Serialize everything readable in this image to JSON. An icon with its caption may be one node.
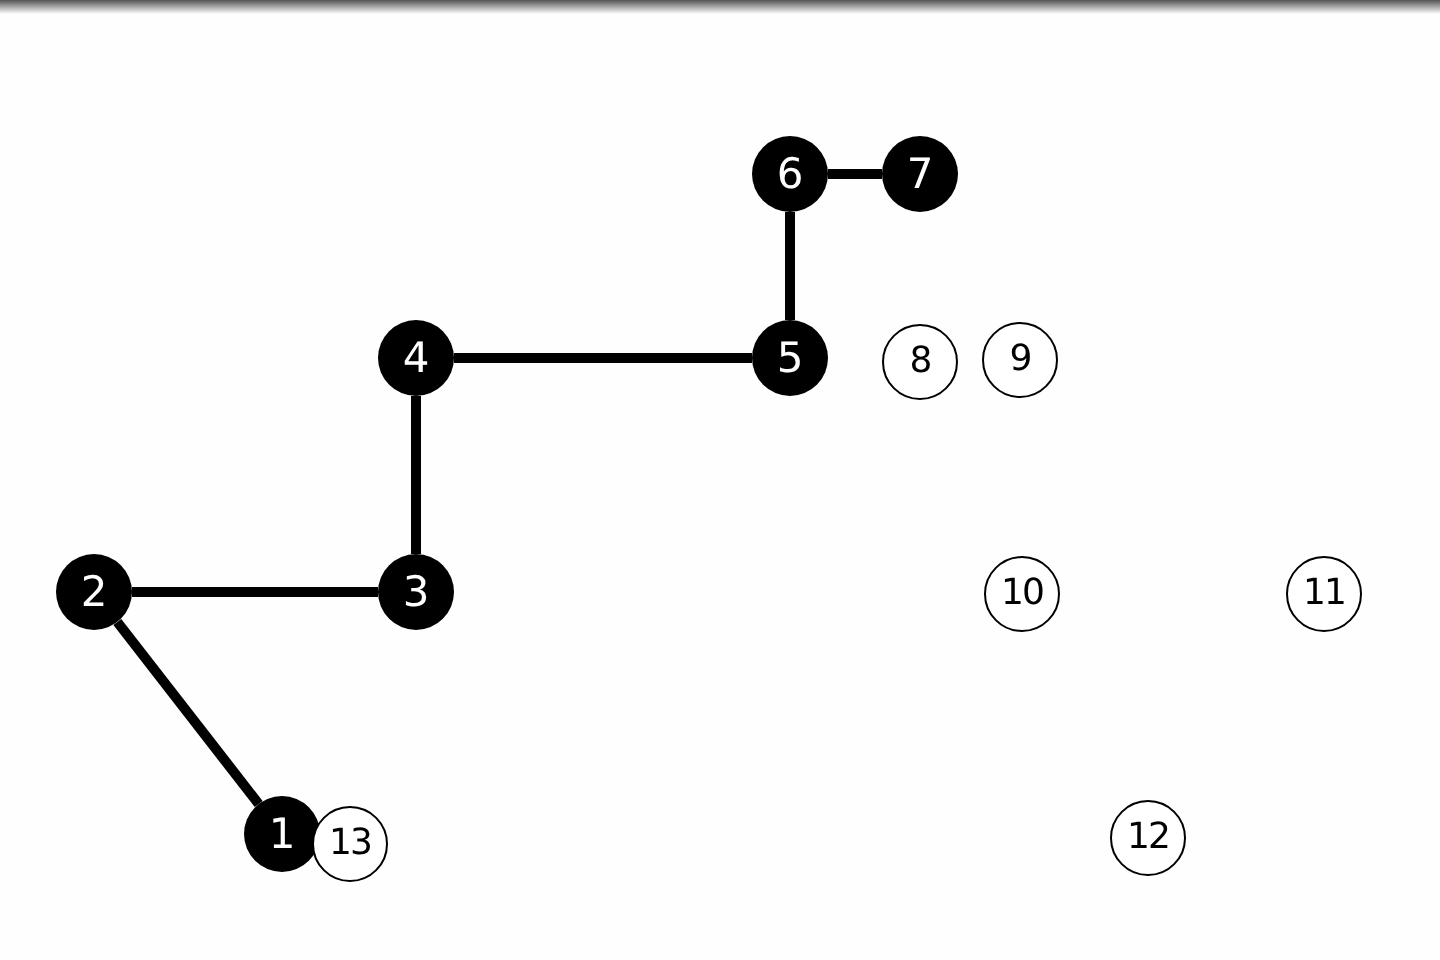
{
  "diagram": {
    "nodes": [
      {
        "text": [
          "1"
        ]
      },
      {
        "text": [
          "2"
        ]
      },
      {
        "text": [
          "3"
        ]
      },
      {
        "text": [
          "4"
        ]
      },
      {
        "text": [
          "5"
        ]
      },
      {
        "text": [
          "6"
        ]
      },
      {
        "text": [
          "7"
        ]
      },
      {
        "text": [
          "8"
        ]
      },
      {
        "text": [
          "9"
        ]
      },
      {
        "text": [
          "10"
        ]
      },
      {
        "text": [
          "11"
        ]
      },
      {
        "text": [
          "12"
        ]
      },
      {
        "text": [
          "13"
        ]
      }
    ],
    "edges": [
      {
        "from": 0,
        "to": 1,
        "arrow": "none"
      },
      {
        "from": 1,
        "to": 2,
        "arrow": "none"
      },
      {
        "from": 2,
        "to": 3,
        "arrow": "none"
      },
      {
        "from": 3,
        "to": 4,
        "arrow": "none"
      },
      {
        "from": 4,
        "to": 5,
        "arrow": "none"
      },
      {
        "from": 5,
        "to": 6,
        "arrow": "none"
      }
    ]
  }
}
